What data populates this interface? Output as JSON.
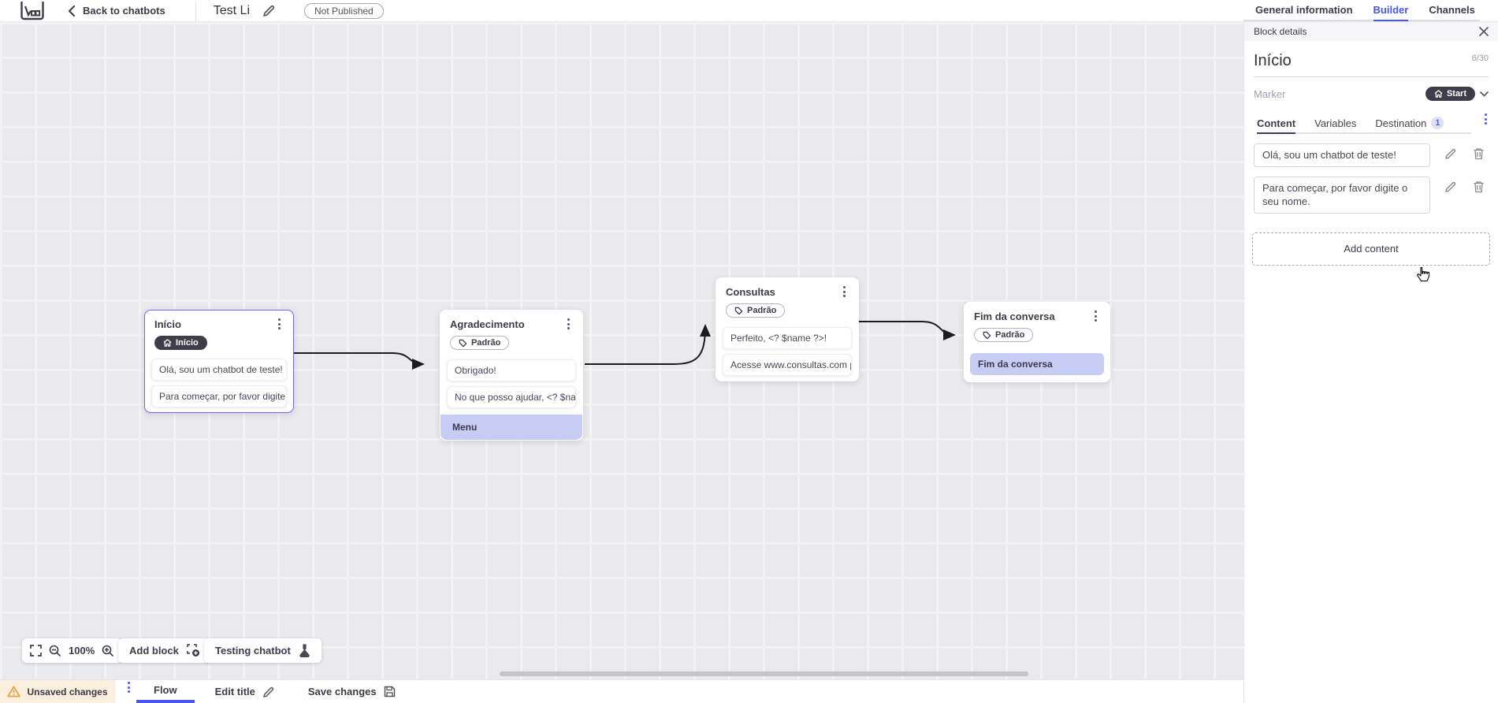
{
  "topbar": {
    "back_label": "Back to chatbots",
    "title": "Test Li",
    "status_badge": "Not Published",
    "tabs": [
      {
        "label": "General information",
        "active": false
      },
      {
        "label": "Builder",
        "active": true
      },
      {
        "label": "Channels",
        "active": false
      }
    ]
  },
  "panel": {
    "header": "Block details",
    "block_name": "Início",
    "name_counter": "6/30",
    "marker_label": "Marker",
    "marker_value": "Start",
    "tabs": [
      {
        "label": "Content",
        "active": true
      },
      {
        "label": "Variables",
        "active": false
      },
      {
        "label": "Destination",
        "active": false,
        "badge": "1"
      }
    ],
    "messages": [
      "Olá, sou um chatbot de teste!",
      "Para começar, por favor digite o seu nome."
    ],
    "add_content_label": "Add content"
  },
  "canvas": {
    "zoom_level": "100%",
    "add_block_label": "Add block",
    "testing_label": "Testing chatbot",
    "nodes": [
      {
        "title": "Início",
        "selected": true,
        "badge": {
          "type": "start",
          "label": "Início"
        },
        "items": [
          {
            "text": "Olá, sou um chatbot de teste!",
            "highlight": false
          },
          {
            "text": "Para começar, por favor digite o ...",
            "highlight": false
          }
        ]
      },
      {
        "title": "Agradecimento",
        "selected": false,
        "badge": {
          "type": "default",
          "label": "Padrão"
        },
        "items": [
          {
            "text": "Obrigado!",
            "highlight": false
          },
          {
            "text": "No que posso ajudar, <? $name ...",
            "highlight": false
          },
          {
            "text": "Menu",
            "highlight": true
          }
        ]
      },
      {
        "title": "Consultas",
        "selected": false,
        "badge": {
          "type": "default",
          "label": "Padrão"
        },
        "items": [
          {
            "text": "Perfeito, <? $name ?>!",
            "highlight": false
          },
          {
            "text": "Acesse www.consultas.com par...",
            "highlight": false
          }
        ]
      },
      {
        "title": "Fim da conversa",
        "selected": false,
        "badge": {
          "type": "default",
          "label": "Padrão"
        },
        "items": [
          {
            "text": "Fim da conversa",
            "highlight": true
          }
        ]
      }
    ]
  },
  "bottombar": {
    "unsaved_label": "Unsaved changes",
    "flow_tab": "Flow",
    "edit_title_label": "Edit title",
    "save_label": "Save changes"
  },
  "colors": {
    "accent_blue": "#4a55ee",
    "selected_node_border": "#7465e0",
    "highlight_item_bg": "#c7ccf4",
    "dark_pill_bg": "#403d4b",
    "canvas_bg": "#eae9eb",
    "warning_bg": "#faeedd",
    "warning_icon": "#e8a33d",
    "destination_badge_bg": "#dfe1fb",
    "destination_badge_text": "#5c63d8"
  },
  "icons": {
    "logo-icon": "app logo square glyph",
    "back-icon": "chevron-left",
    "edit-pencil-icon": "pencil",
    "home-icon": "house",
    "tag-icon": "label tag",
    "kebab-icon": "three vertical dots",
    "close-icon": "x",
    "chevron-down-icon": "chevron-down",
    "fullscreen-icon": "corner brackets",
    "zoom-out-icon": "magnifier minus",
    "zoom-in-icon": "magnifier plus",
    "add-block-icon": "dashed square plus",
    "flask-icon": "lab flask",
    "warning-icon": "amber triangle exclamation",
    "save-icon": "floppy disk",
    "trash-icon": "trash can",
    "pointer-cursor-icon": "hand pointer"
  }
}
